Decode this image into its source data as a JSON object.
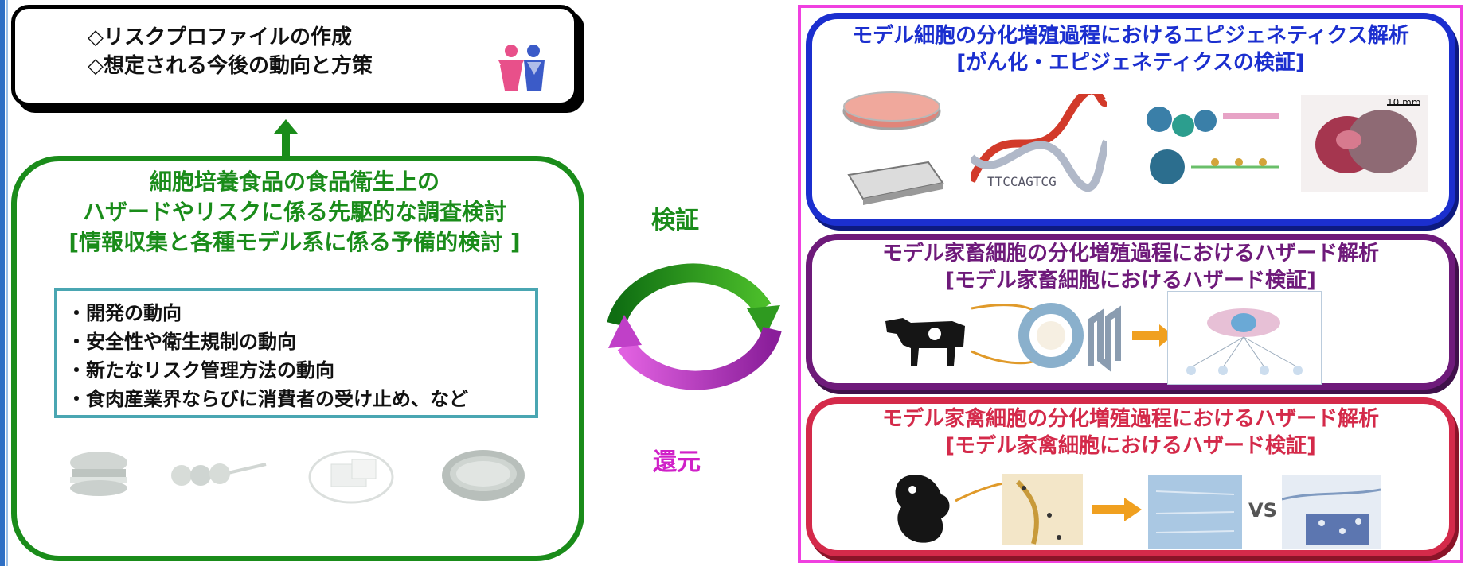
{
  "top_box": {
    "line1": "◇リスクプロファイルの作成",
    "line2": "◇想定される今後の動向と方策",
    "icon": "people-icon"
  },
  "green_box": {
    "title_line1": "細胞培養食品の食品衛生上の",
    "title_line2": "ハザードやリスクに係る先駆的な調査検討",
    "title_line3": "[情報収集と各種モデル系に係る予備的検討 ]",
    "items": [
      "・開発の動向",
      "・安全性や衛生規制の動向",
      "・新たなリスク管理方法の動向",
      "・食肉産業界ならびに消費者の受け止め、など"
    ],
    "food_icons": [
      "burger-icon",
      "skewer-icon",
      "plate-icon",
      "dish-icon"
    ]
  },
  "cycle": {
    "top_label": "検証",
    "bottom_label": "還元"
  },
  "panel1": {
    "title_line1": "モデル細胞の分化増殖過程におけるエピジェネティクス解析",
    "title_line2": "[がん化・エピジェネティクスの検証]",
    "scale_label": "10 mm"
  },
  "panel2": {
    "title_line1": "モデル家畜細胞の分化増殖過程におけるハザード解析",
    "title_line2": "[モデル家畜細胞におけるハザード検証]"
  },
  "panel3": {
    "title_line1": "モデル家禽細胞の分化増殖過程におけるハザード解析",
    "title_line2": "[モデル家禽細胞におけるハザード検証]",
    "vs_label": "VS"
  },
  "colors": {
    "green": "#1a8c1a",
    "blue": "#1b2fcf",
    "purple": "#6e1a7a",
    "red": "#d42a4a",
    "pink": "#f040e0",
    "magenta_text": "#d020c8"
  }
}
